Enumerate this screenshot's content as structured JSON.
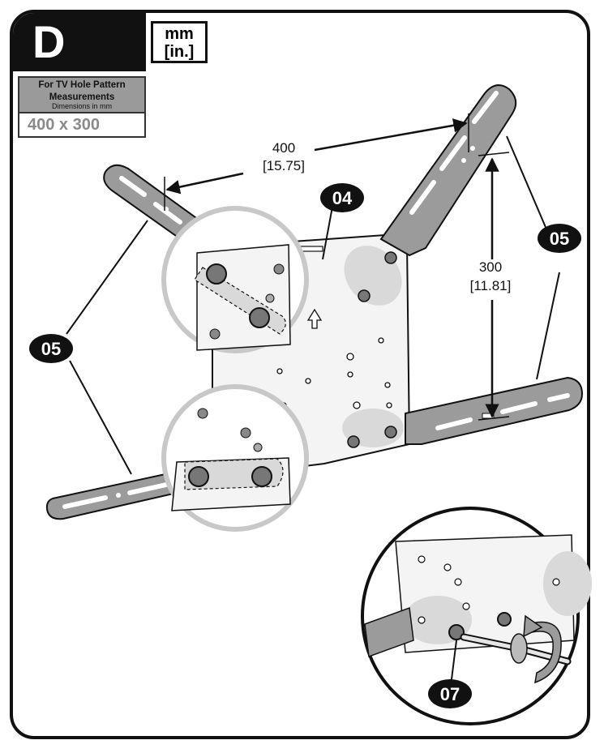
{
  "step": {
    "letter": "D"
  },
  "units": {
    "primary": "mm",
    "secondary": "[in.]"
  },
  "pattern": {
    "title_line1": "For TV Hole Pattern",
    "title_line2": "Measurements",
    "subtitle": "Dimensions in mm",
    "value": "400 x 300"
  },
  "dimensions": {
    "width_mm": "400",
    "width_in": "[15.75]",
    "height_mm": "300",
    "height_in": "[11.81]"
  },
  "callouts": {
    "plate": "04",
    "arm_right": "05",
    "arm_left": "05",
    "screw": "07"
  },
  "colors": {
    "ink": "#111111",
    "panel": "#f4f4f4",
    "metal": "#9b9b9b",
    "highlight": "#d9d9d9"
  }
}
